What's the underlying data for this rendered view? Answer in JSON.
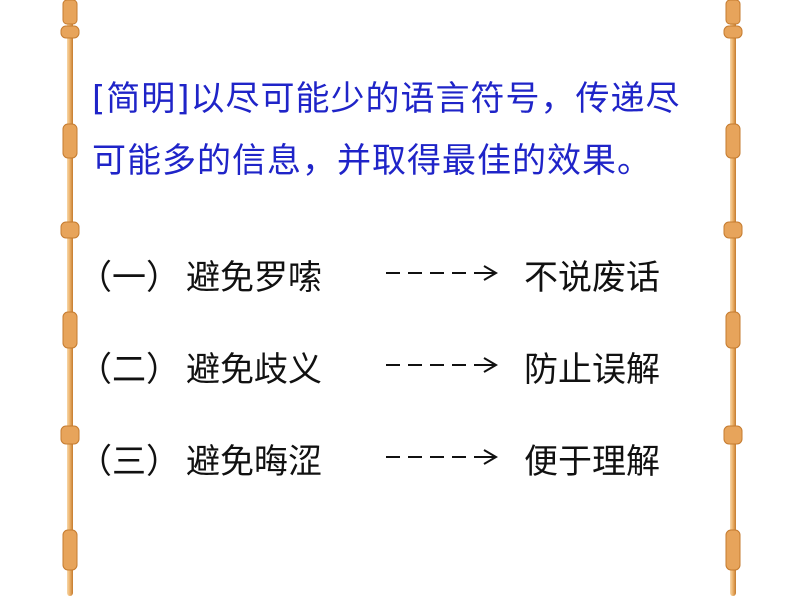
{
  "intro": {
    "term": "[简明]",
    "line1_rest": "以尽可能少的语言符号，传递尽",
    "line2": "可能多的信息，并取得最佳的效果。"
  },
  "rows": [
    {
      "num": "（一）",
      "topic": "避免罗嗦",
      "arrow": "----→",
      "result": "不说废话"
    },
    {
      "num": "（二）",
      "topic": "避免歧义",
      "arrow": "----→",
      "result": "防止误解"
    },
    {
      "num": "（三）",
      "topic": "避免晦涩",
      "arrow": "----→",
      "result": "便于理解"
    }
  ],
  "colors": {
    "intro_text": "#1f24c8",
    "body_text": "#111111",
    "bamboo_light": "#f2c48b",
    "bamboo_mid": "#e6a45a",
    "bamboo_dark": "#c57b2f"
  },
  "decorations": {
    "border_left": "bamboo-border-left",
    "border_right": "bamboo-border-right"
  }
}
